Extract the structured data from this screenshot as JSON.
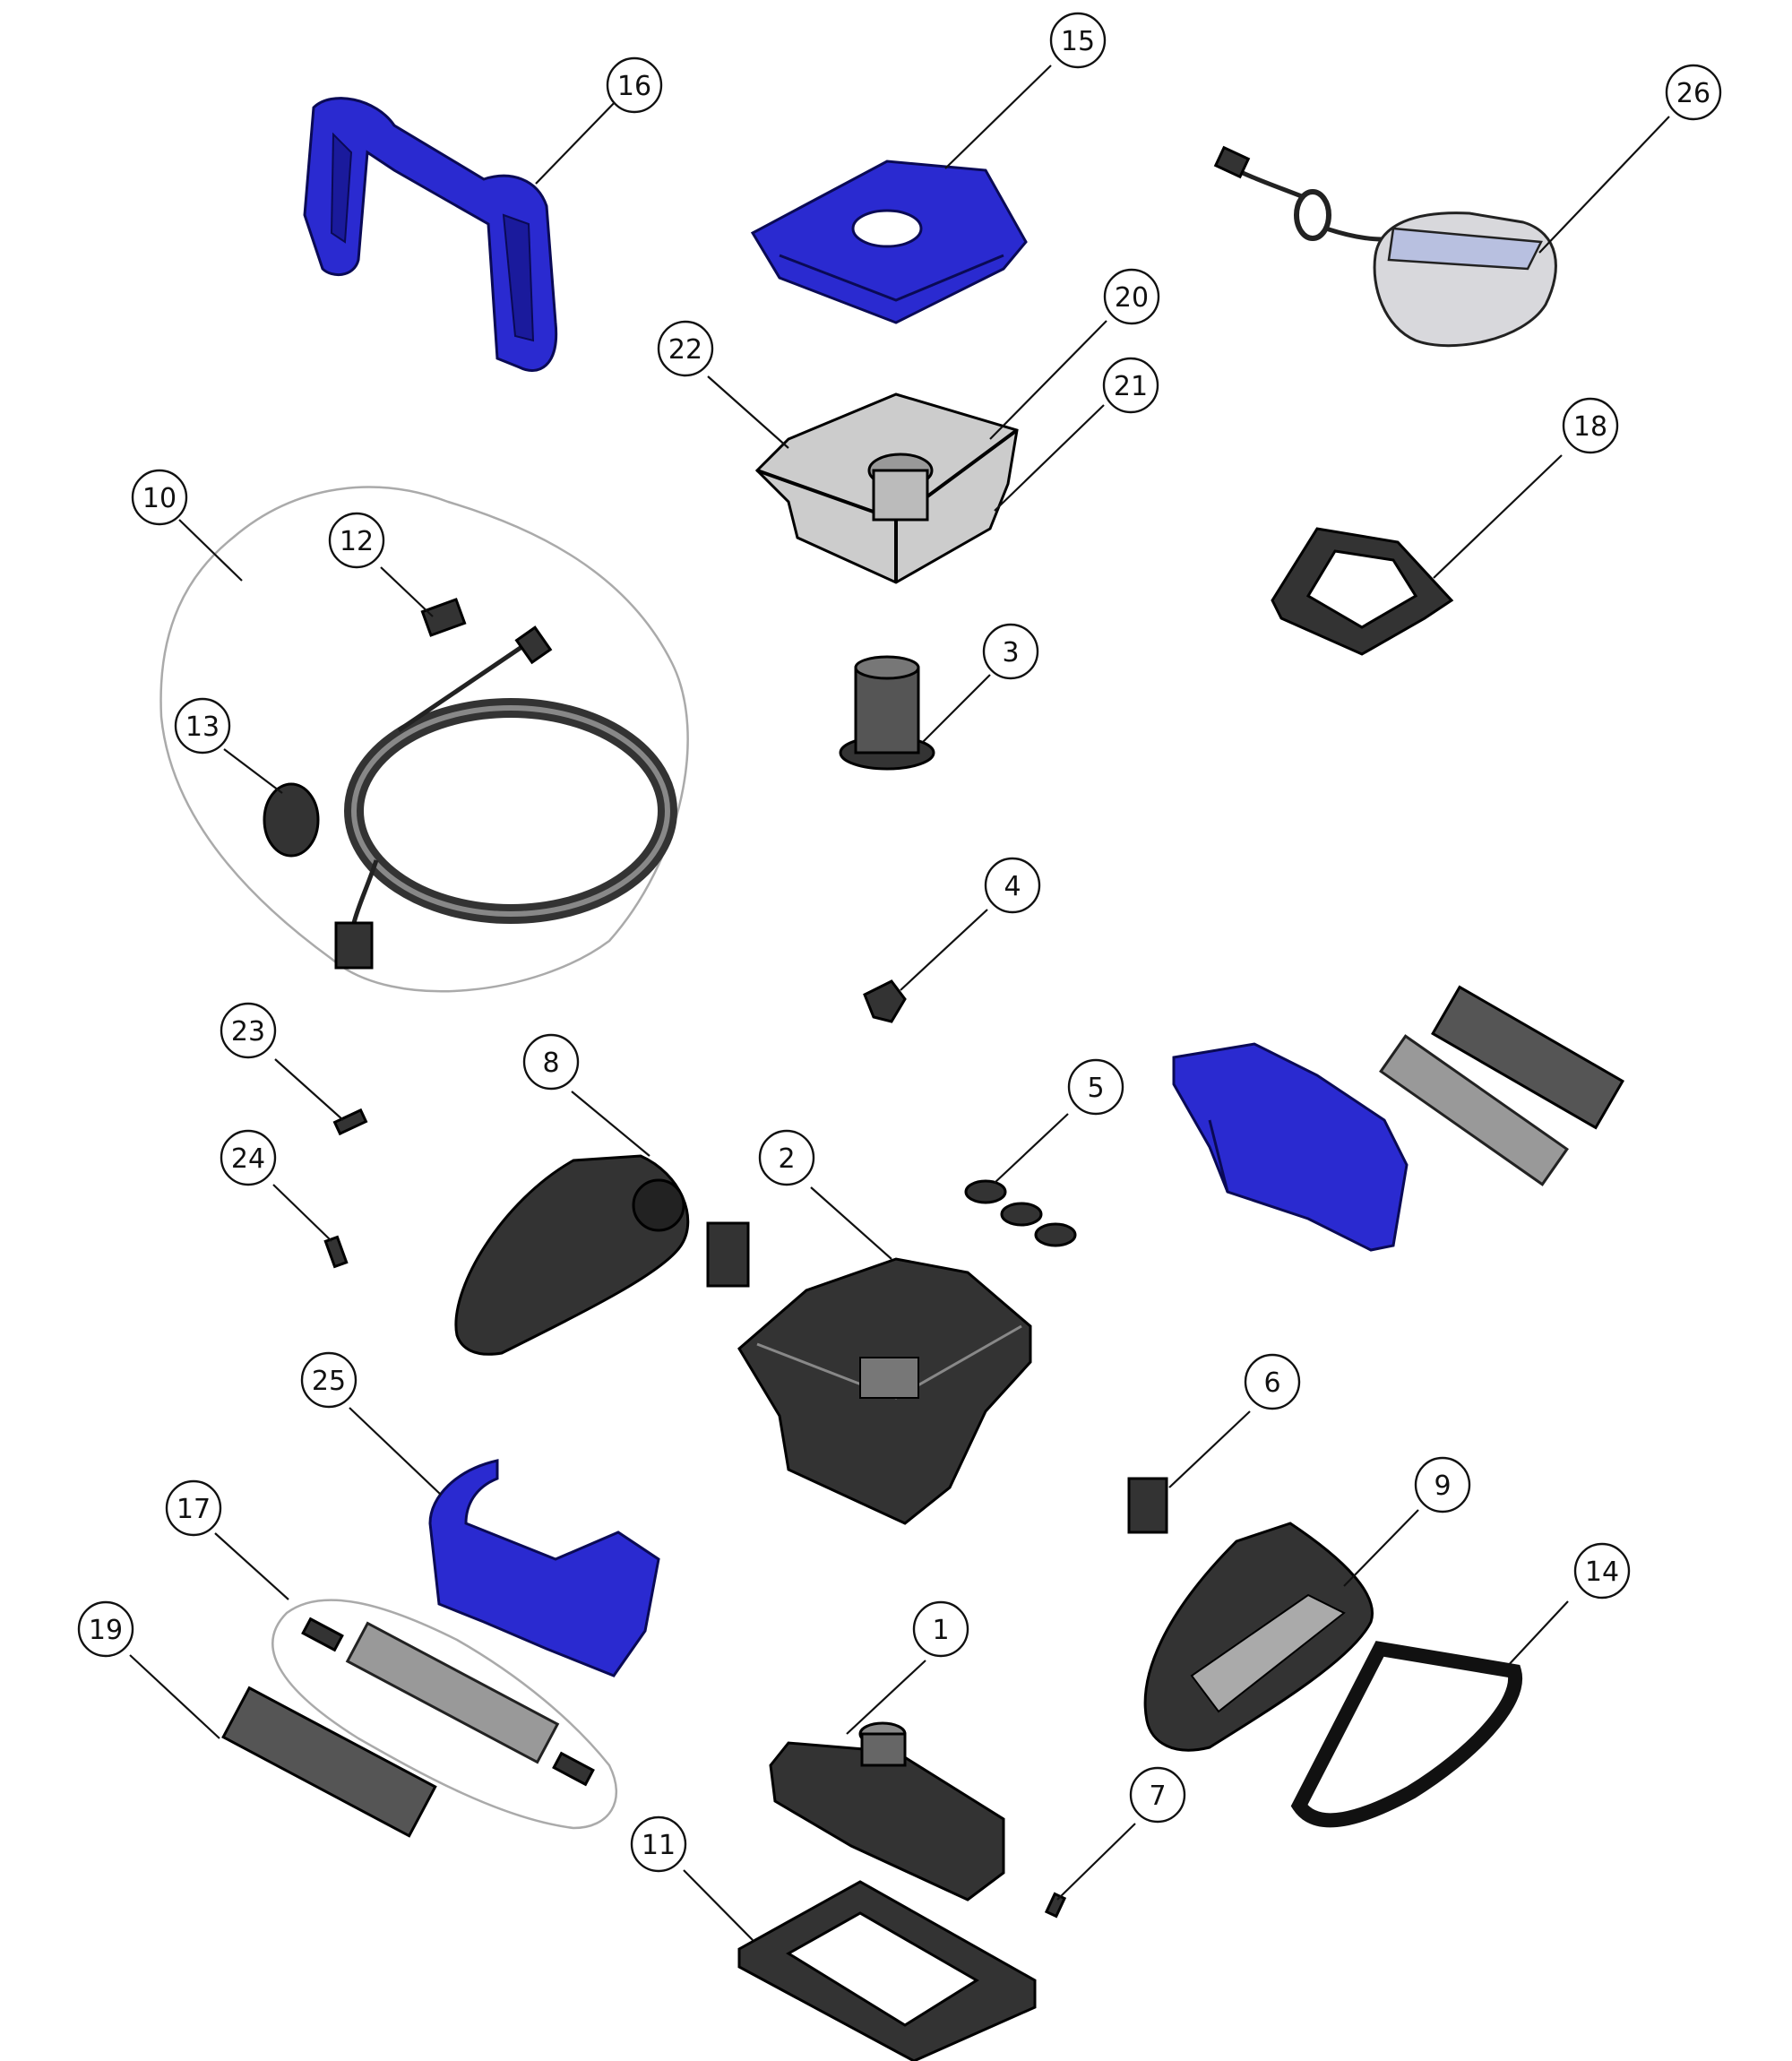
{
  "diagram": {
    "colors": {
      "accent_blue": "#2a2ad0",
      "dark_part": "#333333",
      "outline": "#111111",
      "group_outline": "#aaaaaa"
    },
    "callouts": [
      {
        "id": "c1",
        "label": "1"
      },
      {
        "id": "c2",
        "label": "2"
      },
      {
        "id": "c3",
        "label": "3"
      },
      {
        "id": "c4",
        "label": "4"
      },
      {
        "id": "c5",
        "label": "5"
      },
      {
        "id": "c6",
        "label": "6"
      },
      {
        "id": "c7",
        "label": "7"
      },
      {
        "id": "c8",
        "label": "8"
      },
      {
        "id": "c9",
        "label": "9"
      },
      {
        "id": "c10",
        "label": "10"
      },
      {
        "id": "c11",
        "label": "11"
      },
      {
        "id": "c12",
        "label": "12"
      },
      {
        "id": "c13",
        "label": "13"
      },
      {
        "id": "c14",
        "label": "14"
      },
      {
        "id": "c15",
        "label": "15"
      },
      {
        "id": "c16",
        "label": "16"
      },
      {
        "id": "c17",
        "label": "17"
      },
      {
        "id": "c18",
        "label": "18"
      },
      {
        "id": "c19",
        "label": "19"
      },
      {
        "id": "c20",
        "label": "20"
      },
      {
        "id": "c21",
        "label": "21"
      },
      {
        "id": "c22",
        "label": "22"
      },
      {
        "id": "c23",
        "label": "23"
      },
      {
        "id": "c24",
        "label": "24"
      },
      {
        "id": "c25",
        "label": "25"
      },
      {
        "id": "c26",
        "label": "26"
      }
    ]
  }
}
